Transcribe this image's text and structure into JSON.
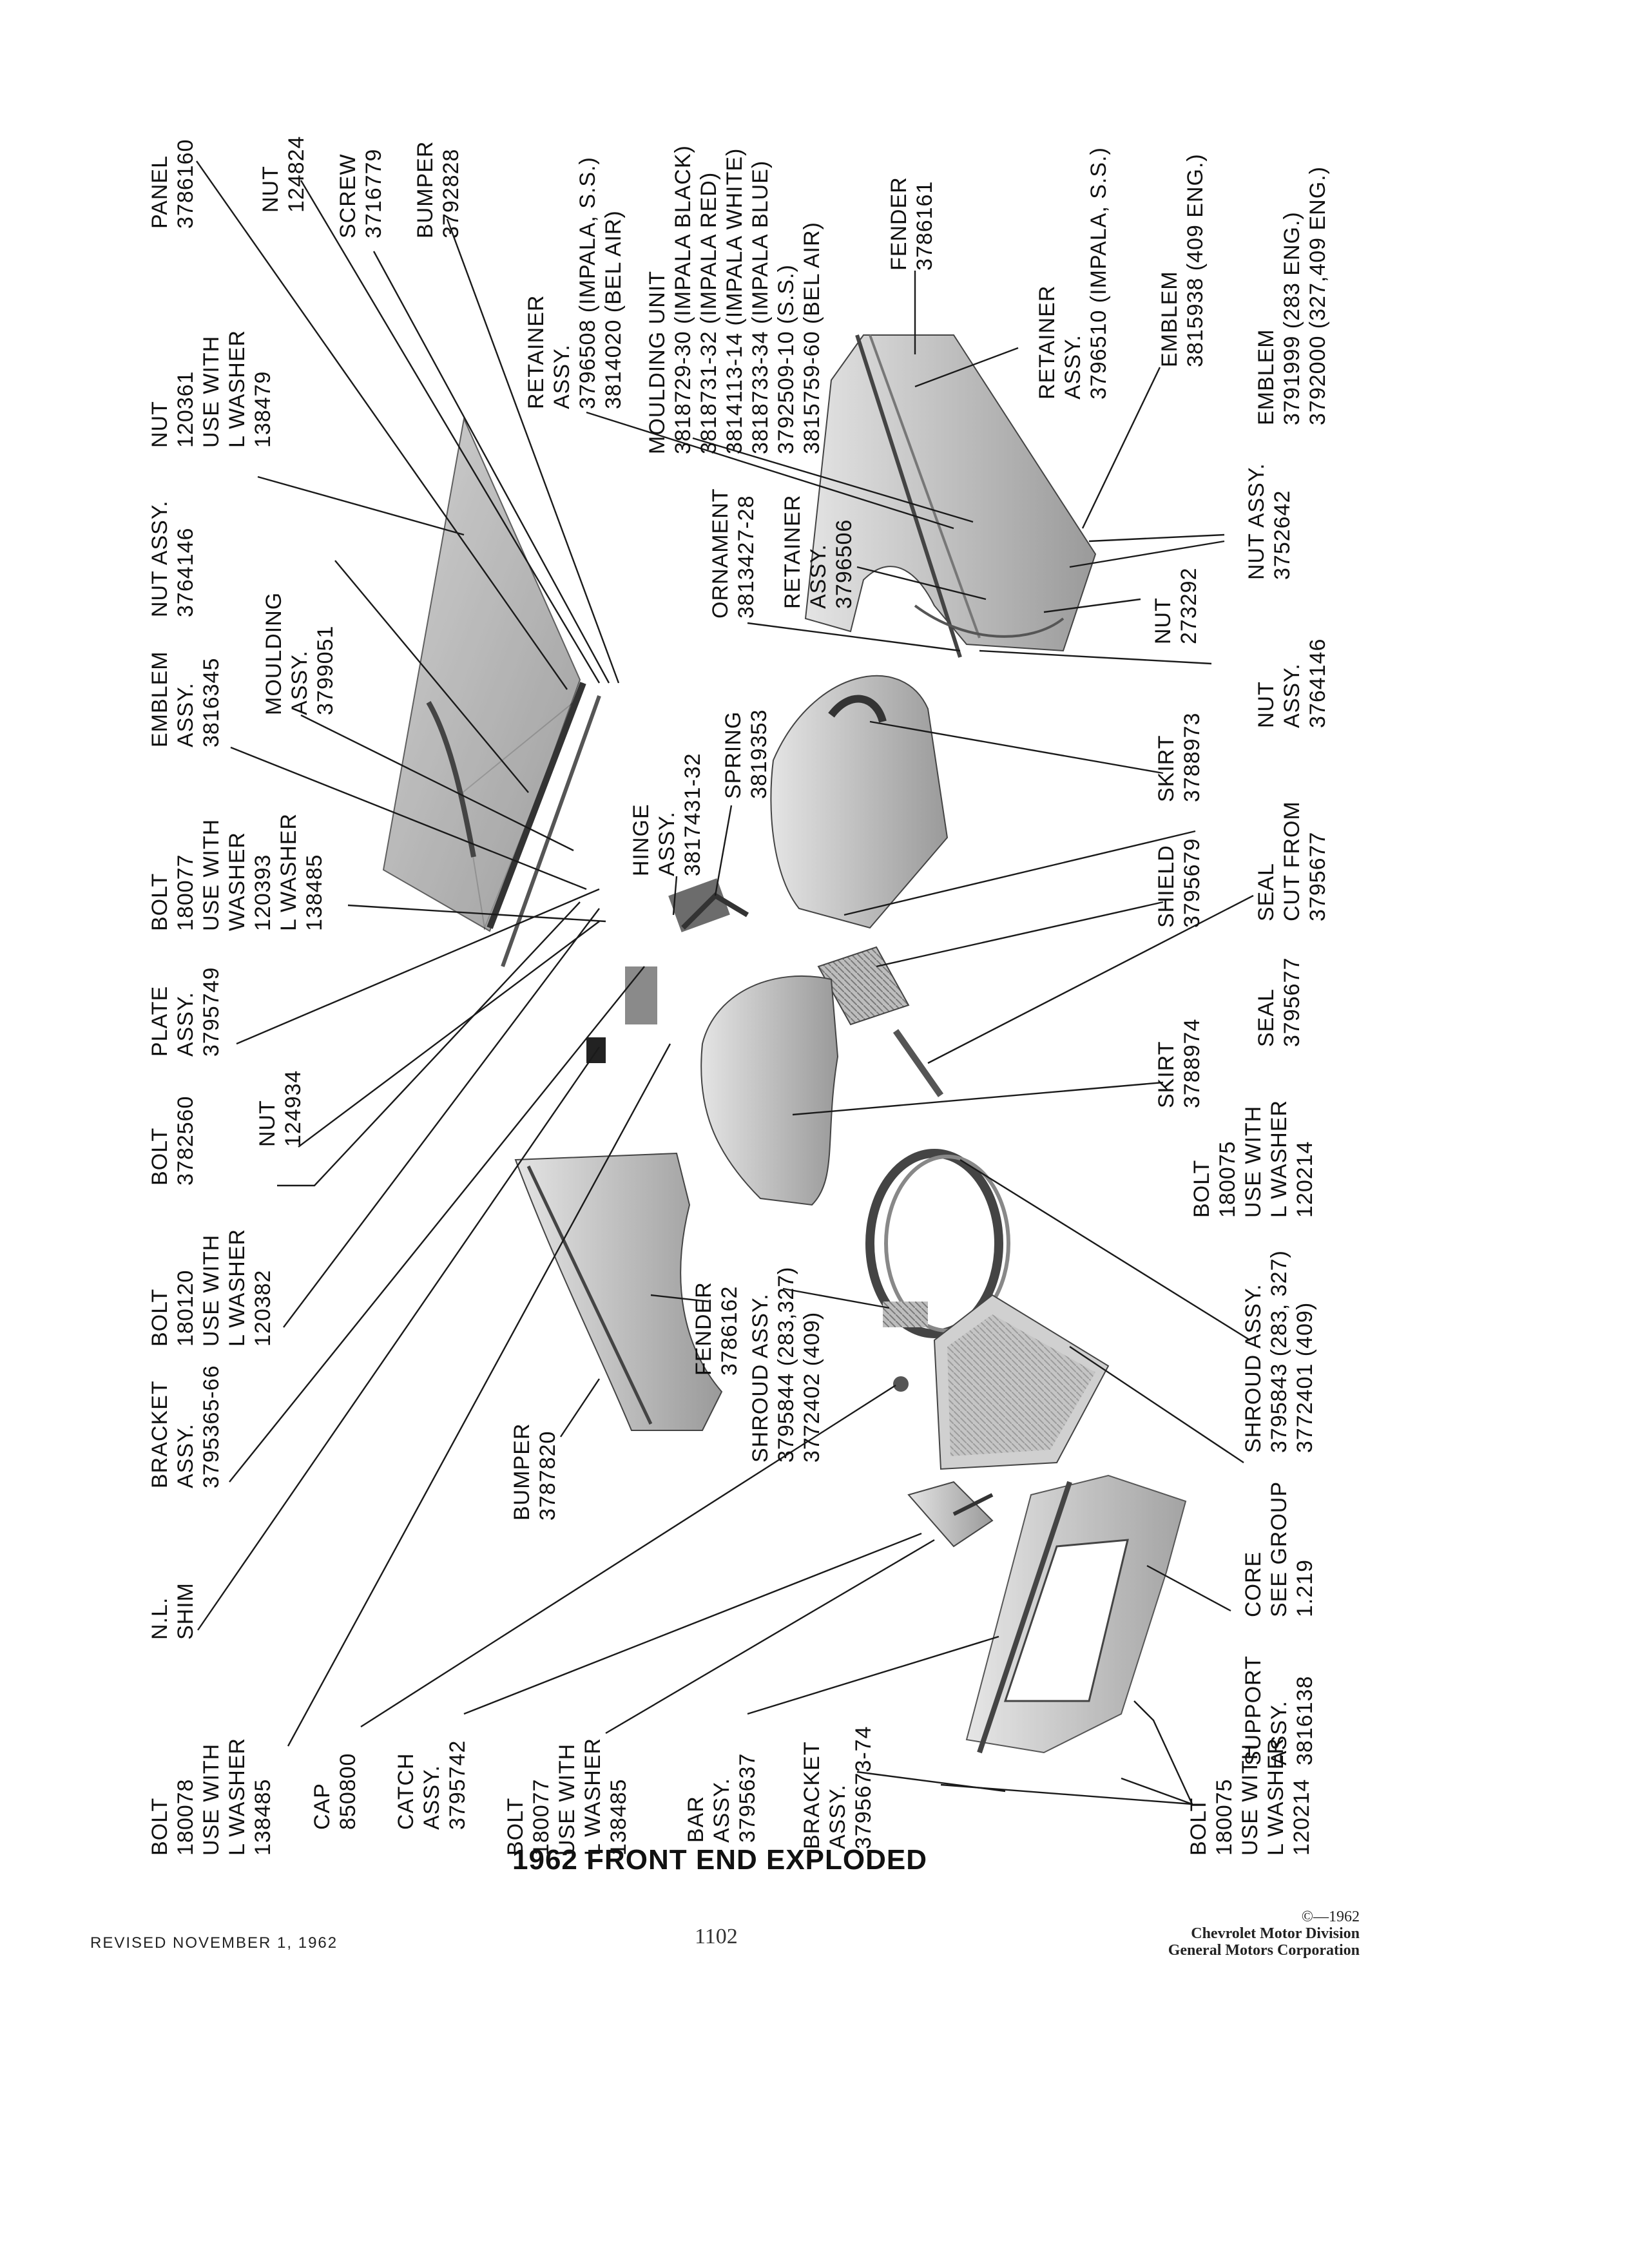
{
  "title": "1962 FRONT END EXPLODED",
  "revised": "REVISED NOVEMBER 1, 1962",
  "page_number": "1102",
  "copyright": {
    "line1": "©—1962",
    "line2": "Chevrolet Motor Division",
    "line3": "General Motors Corporation"
  },
  "callouts": [
    {
      "id": "bolt-180078",
      "text": "BOLT\n180078\nUSE WITH\nL WASHER\n138485"
    },
    {
      "id": "nl-shim",
      "text": "N.L.\nSHIM"
    },
    {
      "id": "bracket-3795365",
      "text": "BRACKET\nASSY.\n3795365-66"
    },
    {
      "id": "bolt-180120",
      "text": "BOLT\n180120\nUSE WITH\nL WASHER\n120382"
    },
    {
      "id": "bolt-3782560",
      "text": "BOLT\n3782560"
    },
    {
      "id": "nut-124934",
      "text": "NUT\n124934"
    },
    {
      "id": "plate-3795749",
      "text": "PLATE\nASSY.\n3795749"
    },
    {
      "id": "bolt-180077-top",
      "text": "BOLT\n180077\nUSE WITH\nWASHER\n120393\nL WASHER\n138485"
    },
    {
      "id": "emblem-3816345",
      "text": "EMBLEM\nASSY.\n3816345"
    },
    {
      "id": "moulding-3799051",
      "text": "MOULDING\nASSY.\n3799051"
    },
    {
      "id": "nut-3764146-top",
      "text": "NUT ASSY.\n3764146"
    },
    {
      "id": "nut-120361",
      "text": "NUT\n120361\nUSE WITH\nL WASHER\n138479"
    },
    {
      "id": "panel-3786160",
      "text": "PANEL\n3786160"
    },
    {
      "id": "nut-124824",
      "text": "NUT\n124824"
    },
    {
      "id": "screw-3716779",
      "text": "SCREW\n3716779"
    },
    {
      "id": "bumper-3792828",
      "text": "BUMPER\n3792828"
    },
    {
      "id": "retainer-3796508",
      "text": "RETAINER\nASSY.\n3796508 (IMPALA, S.S.)\n3814020 (BEL AIR)"
    },
    {
      "id": "hinge-3817431",
      "text": "HINGE\nASSY.\n3817431-32"
    },
    {
      "id": "spring-3819353",
      "text": "SPRING\n3819353"
    },
    {
      "id": "ornament-3813427",
      "text": "ORNAMENT\n3813427-28"
    },
    {
      "id": "retainer-3796506",
      "text": "RETAINER\nASSY.\n3796506"
    },
    {
      "id": "moulding-unit",
      "text": "MOULDING UNIT\n3818729-30 (IMPALA BLACK)\n3818731-32 (IMPALA RED)\n3814113-14 (IMPALA WHITE)\n3818733-34 (IMPALA BLUE)\n3792509-10 (S.S.)\n3815759-60 (BEL AIR)"
    },
    {
      "id": "fender-3786161",
      "text": "FENDER\n3786161"
    },
    {
      "id": "retainer-3796510",
      "text": "RETAINER\nASSY.\n3796510 (IMPALA, S.S.)"
    },
    {
      "id": "emblem-3815938",
      "text": "EMBLEM\n3815938 (409 ENG.)"
    },
    {
      "id": "emblem-3791999",
      "text": "EMBLEM\n3791999 (283 ENG.)\n3792000 (327,409 ENG.)"
    },
    {
      "id": "nut-3752642",
      "text": "NUT ASSY.\n3752642"
    },
    {
      "id": "nut-273292",
      "text": "NUT\n273292"
    },
    {
      "id": "nut-3764146-right",
      "text": "NUT\nASSY.\n3764146"
    },
    {
      "id": "skirt-3788973",
      "text": "SKIRT\n3788973"
    },
    {
      "id": "seal-cut-3795677",
      "text": "SEAL\nCUT FROM\n3795677"
    },
    {
      "id": "shield-3795679",
      "text": "SHIELD\n3795679"
    },
    {
      "id": "seal-3795677",
      "text": "SEAL\n3795677"
    },
    {
      "id": "skirt-3788974",
      "text": "SKIRT\n3788974"
    },
    {
      "id": "bolt-180075-mid",
      "text": "BOLT\n180075\nUSE WITH\nL WASHER\n120214"
    },
    {
      "id": "fender-3786162",
      "text": "FENDER\n3786162"
    },
    {
      "id": "shroud-3795844",
      "text": "SHROUD ASSY.\n3795844 (283,327)\n3772402 (409)"
    },
    {
      "id": "shroud-3795843",
      "text": "SHROUD ASSY.\n3795843 (283, 327)\n3772401 (409)"
    },
    {
      "id": "bumper-3787820",
      "text": "BUMPER\n3787820"
    },
    {
      "id": "core-1219",
      "text": "CORE\nSEE GROUP\n1.219"
    },
    {
      "id": "support-3816138",
      "text": "SUPPORT\nASSY.\n3816138"
    },
    {
      "id": "cap-850800",
      "text": "CAP\n850800"
    },
    {
      "id": "catch-3795742",
      "text": "CATCH\nASSY.\n3795742"
    },
    {
      "id": "bolt-180077-bottom",
      "text": "BOLT\n180077\nUSE WITH\nL WASHER\n138485"
    },
    {
      "id": "bar-3795637",
      "text": "BAR\nASSY.\n3795637"
    },
    {
      "id": "bracket-3795673",
      "text": "BRACKET\nASSY.\n3795673-74"
    },
    {
      "id": "bolt-180075-bottom",
      "text": "BOLT\n180075\nUSE WITH\nL WASHER\n120214"
    }
  ]
}
